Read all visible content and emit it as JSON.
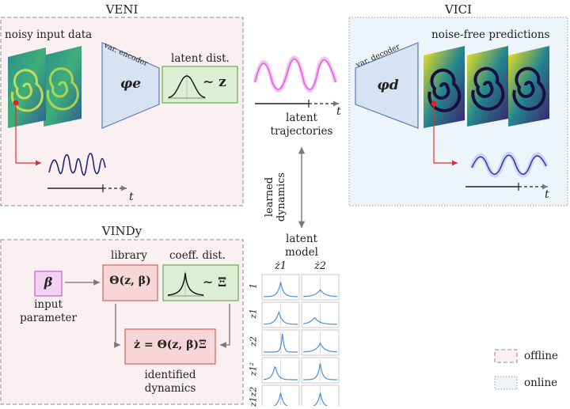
{
  "veni": {
    "title": "VENI",
    "noisy_label": "noisy input data",
    "encoder_label": "var. encoder",
    "encoder_symbol": "φe",
    "latent_dist_label": "latent dist.",
    "latent_dist_expr": "∼ z",
    "axis_t": "t"
  },
  "vici": {
    "title": "VICI",
    "decoder_label": "var. decoder",
    "decoder_symbol": "φd",
    "predictions_label": "noise-free predictions",
    "axis_t": "t"
  },
  "center": {
    "latent_trajectories": "latent trajectories",
    "axis_t": "t",
    "learned_dynamics": "learned dynamics",
    "latent_model": "latent model"
  },
  "vindy": {
    "title": "VINDy",
    "library_label": "library",
    "library_expr": "Θ(z, β)",
    "coeff_label": "coeff. dist.",
    "coeff_expr": "∼ Ξ",
    "input_symbol": "β",
    "input_label": "input parameter",
    "dynamics_expr": "ż = Θ(z, β)Ξ",
    "identified_label": "identified dynamics"
  },
  "grid": {
    "columns": [
      "ż1",
      "ż2"
    ],
    "rows": [
      "1",
      "z1",
      "z2",
      "z1²",
      "z1z2"
    ]
  },
  "legend": {
    "offline": "offline",
    "online": "online"
  },
  "colors": {
    "pink_bg": "#fbf0f1",
    "blue_bg": "#eef5fa",
    "encoder_fill": "#d7e2f3",
    "green_fill": "#dcefd2",
    "red_fill": "#f6d6d6",
    "magenta_fill": "#f3d2f1",
    "trajectory": "#e060dc",
    "noisy_signal": "#1a237e",
    "pred_signal": "#2a3aa0",
    "grid_curve": "#4a90d9"
  }
}
